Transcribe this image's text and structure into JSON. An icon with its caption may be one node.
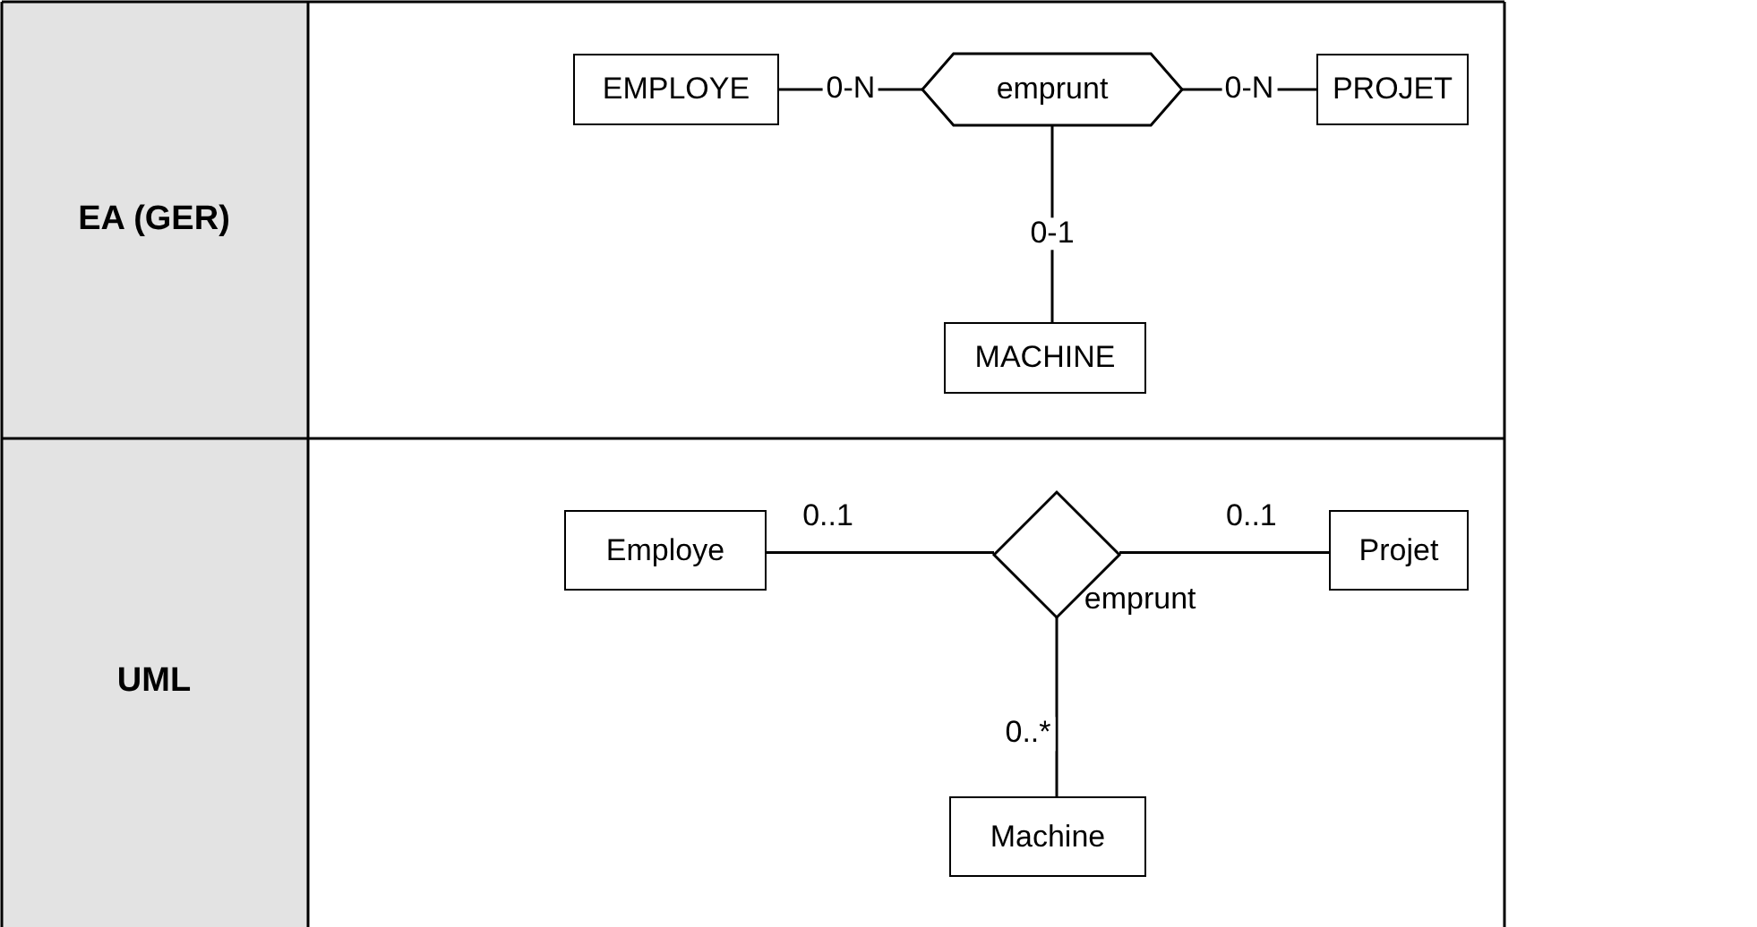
{
  "diagram": {
    "nodes": [
      {
        "text": [
          "EMPLOYE"
        ]
      },
      {
        "text": [
          "emprunt"
        ]
      },
      {
        "text": [
          "PROJET"
        ]
      },
      {
        "text": [
          "MACHINE"
        ]
      },
      {
        "text": [
          "Employe"
        ]
      },
      {
        "text": [],
        "shape": "diamond",
        "beside": [
          "emprunt"
        ]
      },
      {
        "text": [
          "Projet"
        ]
      },
      {
        "text": [
          "Machine"
        ]
      }
    ],
    "edges": [
      {
        "from": 0,
        "to": 1,
        "arrow": "none",
        "label": "0-N"
      },
      {
        "from": 1,
        "to": 2,
        "arrow": "none",
        "label": "0-N"
      },
      {
        "from": 1,
        "to": 3,
        "arrow": "none",
        "label": "0-1"
      },
      {
        "from": 4,
        "to": 5,
        "arrow": "none",
        "label": "0..1"
      },
      {
        "from": 5,
        "to": 6,
        "arrow": "none",
        "label": "0..1"
      },
      {
        "from": 5,
        "to": 7,
        "arrow": "none",
        "label": "0..*"
      }
    ],
    "labels": [
      "EA (GER)",
      "UML"
    ]
  }
}
